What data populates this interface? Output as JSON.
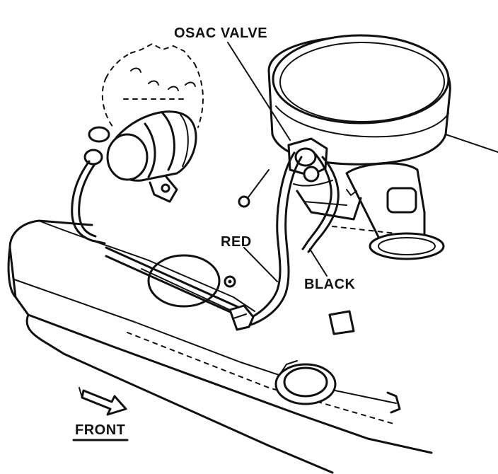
{
  "labels": {
    "osac_valve": "OSAC VALVE",
    "red": "RED",
    "black": "BLACK",
    "front": "FRONT"
  }
}
